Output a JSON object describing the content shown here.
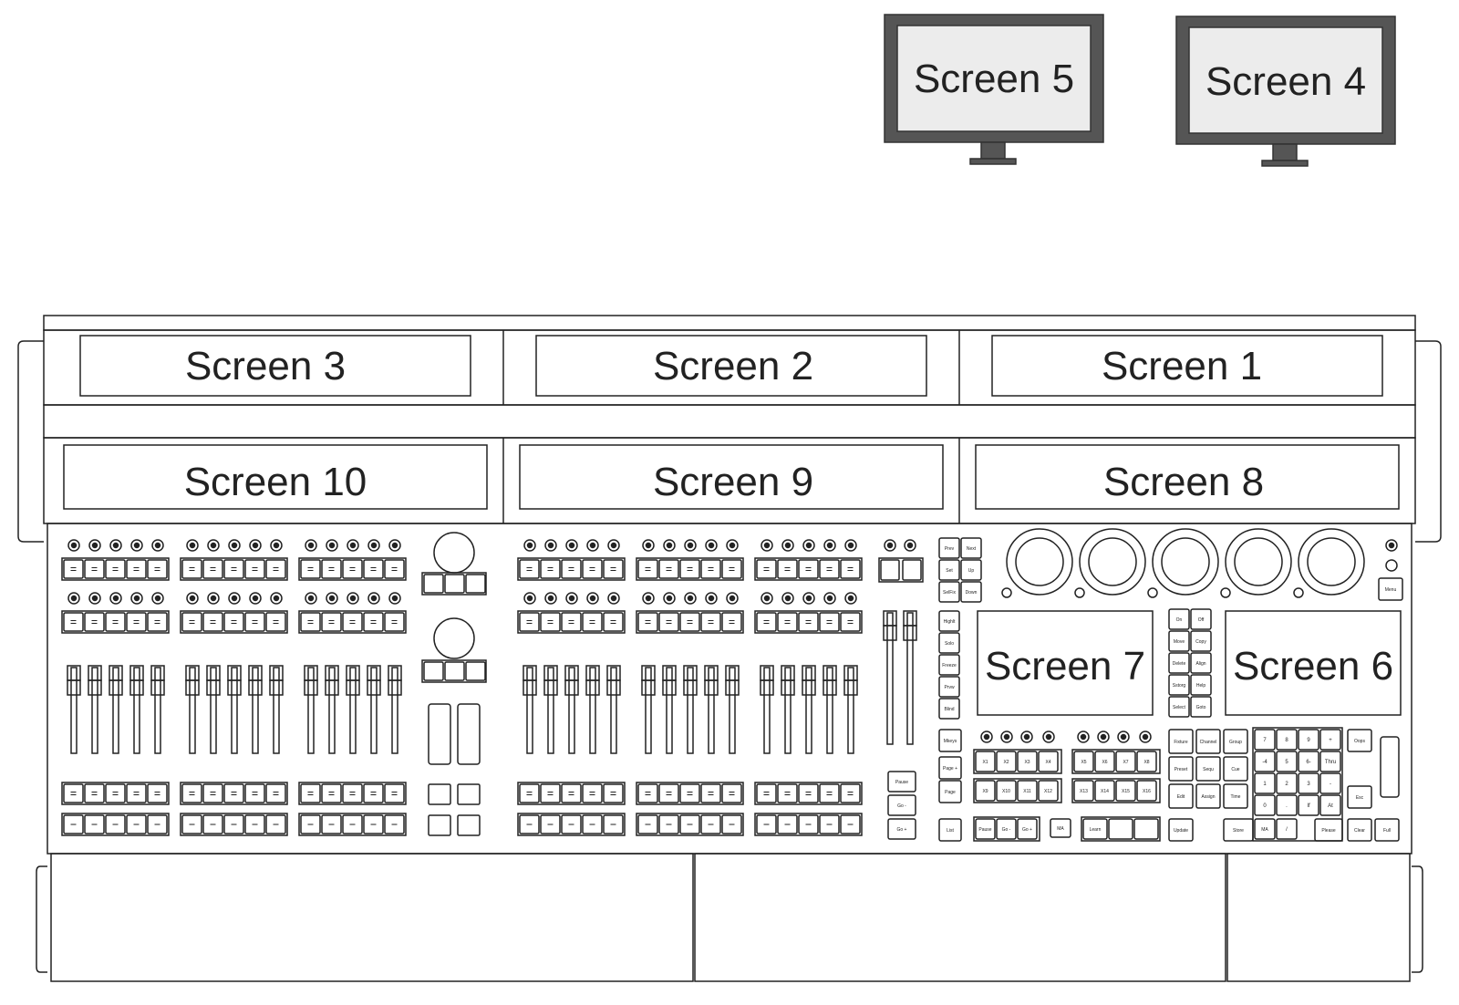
{
  "external_monitors": [
    {
      "label": "Screen 5"
    },
    {
      "label": "Screen 4"
    }
  ],
  "top_screens": [
    {
      "label": "Screen 3"
    },
    {
      "label": "Screen 2"
    },
    {
      "label": "Screen 1"
    }
  ],
  "middle_screens": [
    {
      "label": "Screen 10"
    },
    {
      "label": "Screen 9"
    },
    {
      "label": "Screen 8"
    }
  ],
  "touch_screens": [
    {
      "label": "Screen 7"
    },
    {
      "label": "Screen 6"
    }
  ],
  "colors": {
    "outline": "#222222",
    "monitor_frame": "#555555",
    "monitor_screen": "#ececec",
    "background": "#ffffff"
  },
  "keys": {
    "prev": "Prev",
    "next": "Next",
    "set": "Set",
    "up": "Up",
    "selfix": "SelFix",
    "down": "Down",
    "highlt": "Highlt",
    "solo": "Solo",
    "freeze": "Freeze",
    "prvw": "Prvw",
    "blind": "Blind",
    "on": "On",
    "off": "Off",
    "move": "Move",
    "copy": "Copy",
    "delete": "Delete",
    "align": "Align",
    "sstorg": "Sstorg",
    "help": "Help",
    "select": "Select",
    "goto": "Goto",
    "menu": "Menu",
    "mkeys": "Mkeys",
    "page_plus": "Page +",
    "page_minus": "Page",
    "pause": "Pause",
    "go_minus": "Go -",
    "go_plus": "Go +",
    "list": "List",
    "x_keys": [
      "X1",
      "X2",
      "X3",
      "X4",
      "X5",
      "X6",
      "X7",
      "X8",
      "X9",
      "X10",
      "X11",
      "X12",
      "X13",
      "X14",
      "X15",
      "X16"
    ],
    "bottom_pause": "Pause",
    "bottom_go_minus": "Go -",
    "bottom_go_plus": "Go +",
    "learn": "Learn",
    "fixture": "Fixture",
    "channel": "Channel",
    "group": "Group",
    "preset": "Preset",
    "sequ": "Sequ",
    "cue": "Cue",
    "edit": "Edit",
    "assign": "Assign",
    "time": "Time",
    "update": "Update",
    "store": "Store",
    "oops": "Oops",
    "esc": "Esc",
    "please": "Please",
    "clear": "Clear",
    "full": "Full",
    "numpad": [
      "7",
      "8",
      "9",
      "+",
      "-4",
      "5",
      "6-",
      "Thru",
      "1",
      "2",
      "3",
      "-",
      "0",
      ".",
      "If",
      "At"
    ],
    "ma": "MA"
  }
}
